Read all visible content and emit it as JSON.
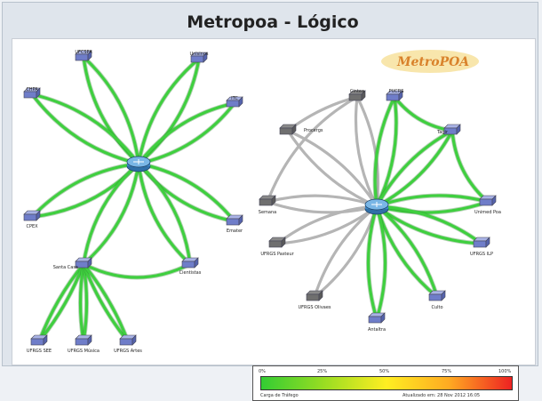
{
  "page": {
    "title": "Metropoa - Lógico"
  },
  "logo": {
    "text": "MetroPOA"
  },
  "left_cluster": {
    "hub": "router",
    "nodes": [
      "UFCSPA",
      "Unisinos",
      "CHPA",
      "ITC",
      "CPEX",
      "Emater",
      "Santa Casa",
      "Cientistas"
    ],
    "sub_nodes": [
      "UFRGS SEE",
      "UFRGS Música",
      "UFRGS Artes"
    ]
  },
  "right_cluster": {
    "hub": "router",
    "nodes": [
      "Cintea",
      "PUCRS",
      "Procergs",
      "Tagir",
      "Semana",
      "Unimed Poa",
      "UFRGS Pasteur",
      "UFRGS ILP",
      "UFRGS Olivaes",
      "Culto",
      "Antaltra"
    ]
  },
  "legend": {
    "ticks": [
      "0%",
      "25%",
      "50%",
      "75%",
      "100%"
    ],
    "caption": "Carga de Tráfego",
    "updated": "Atualizado em: 28 Nov 2012 16:05"
  },
  "colors": {
    "active_link": "#3fcf3f",
    "idle_link": "#b5b5b5"
  }
}
